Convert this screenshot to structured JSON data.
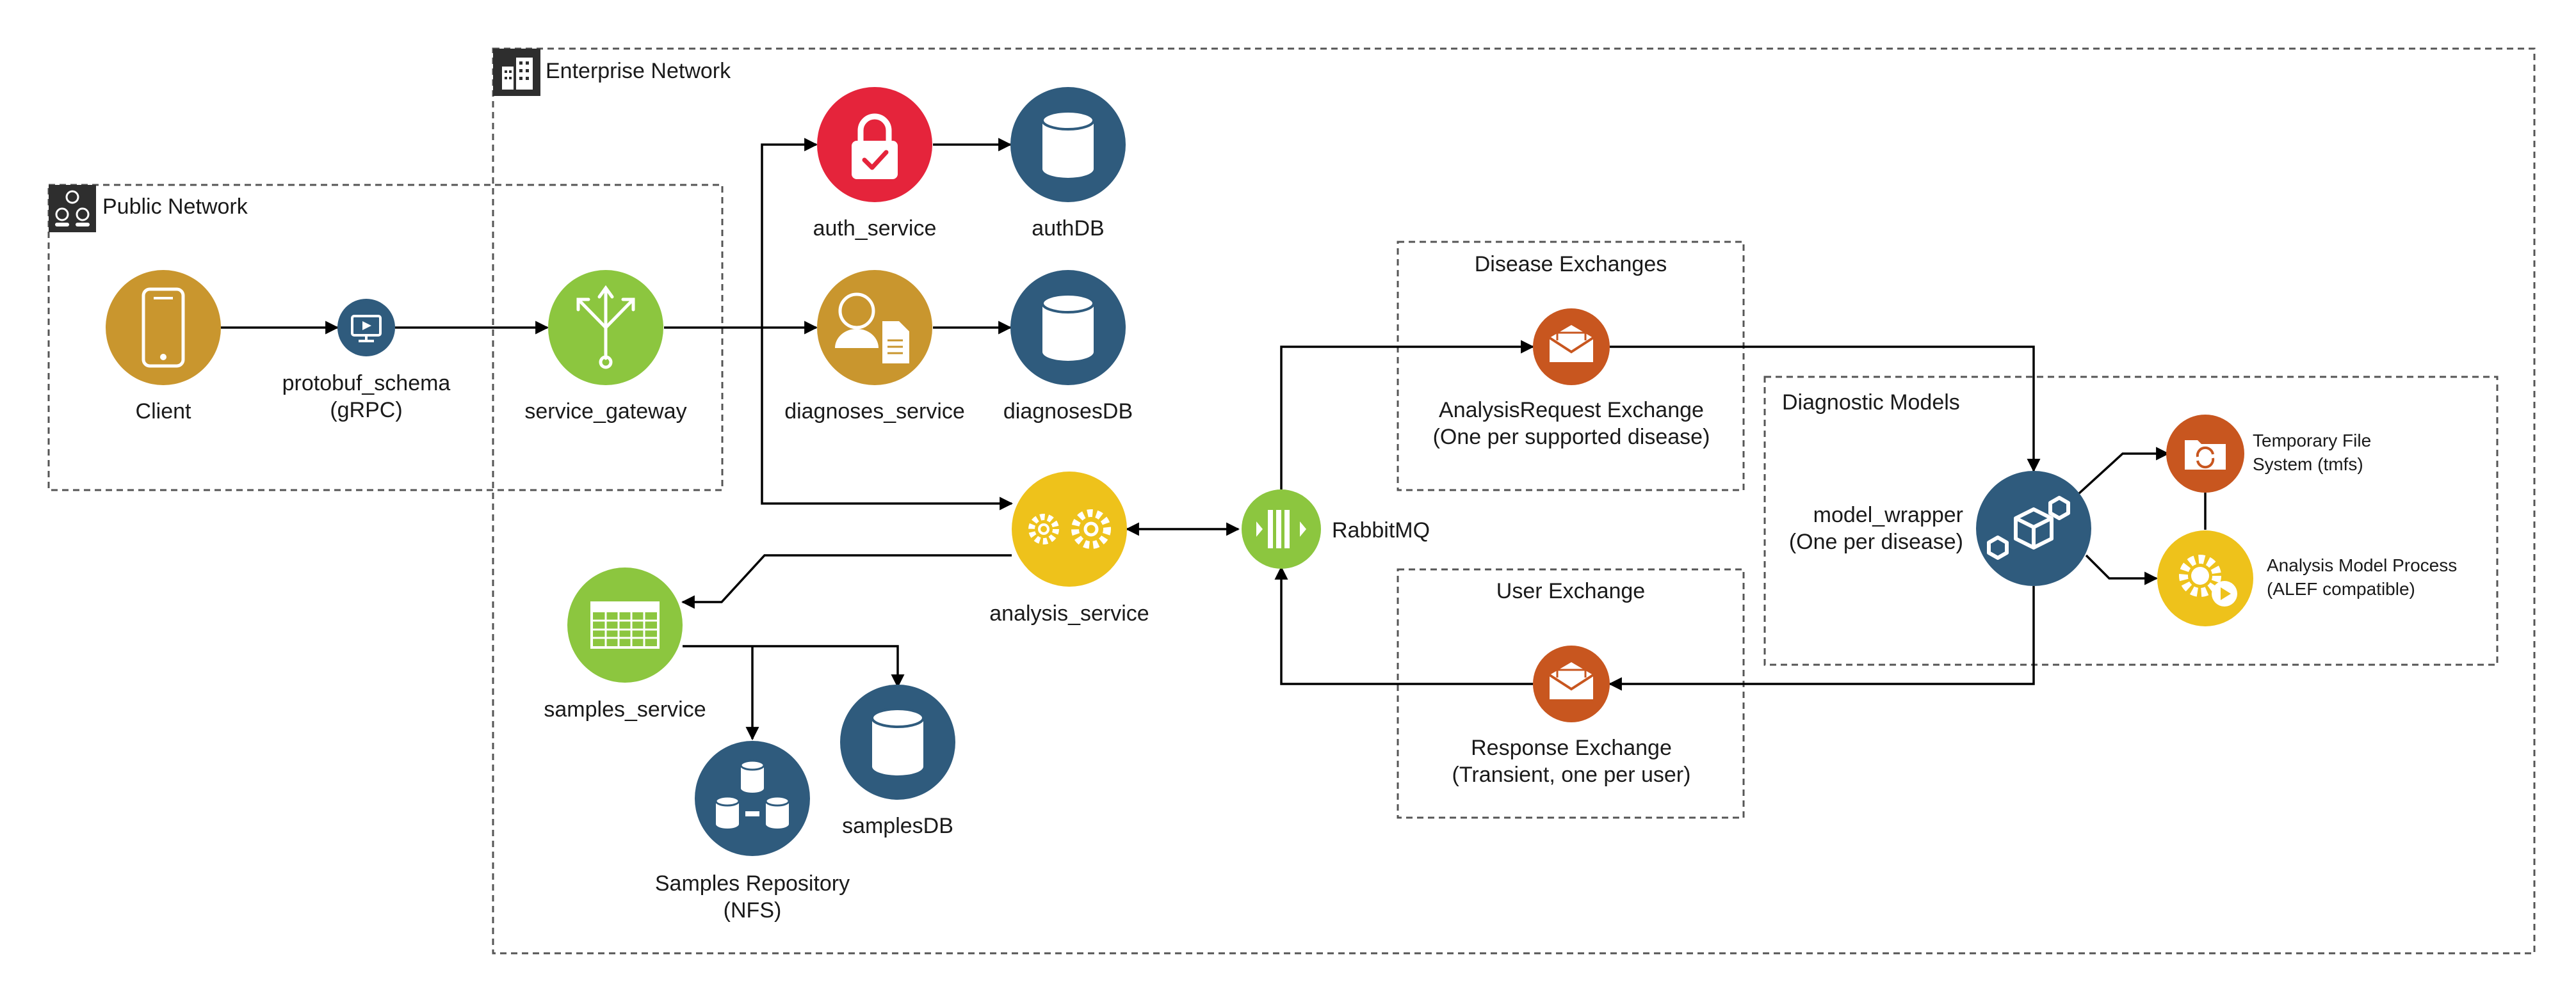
{
  "colors": {
    "gold": "#c9962e",
    "green": "#8cc63f",
    "red": "#e5243b",
    "navy": "#2f5b7d",
    "orange": "#c8561f",
    "yellow": "#eec21b",
    "network_icon_bg": "#2e2e2e"
  },
  "networks": {
    "public": {
      "label": "Public Network",
      "icon": "people-network-icon"
    },
    "enterprise": {
      "label": "Enterprise Network",
      "icon": "building-icon"
    }
  },
  "groups": {
    "disease_exchanges": {
      "label": "Disease Exchanges"
    },
    "user_exchange": {
      "label": "User Exchange"
    },
    "diagnostic_models": {
      "label": "Diagnostic Models"
    }
  },
  "nodes": {
    "client": {
      "label": "Client",
      "icon": "smartphone-icon"
    },
    "protobuf": {
      "line1": "protobuf_schema",
      "line2": "(gRPC)",
      "icon": "monitor-icon"
    },
    "gateway": {
      "label": "service_gateway",
      "icon": "fork-arrows-icon"
    },
    "auth_service": {
      "label": "auth_service",
      "icon": "lock-icon"
    },
    "authdb": {
      "label": "authDB",
      "icon": "database-icon"
    },
    "diagnoses_service": {
      "label": "diagnoses_service",
      "icon": "user-document-icon"
    },
    "diagnosesdb": {
      "label": "diagnosesDB",
      "icon": "database-icon"
    },
    "analysis_service": {
      "label": "analysis_service",
      "icon": "gears-icon"
    },
    "rabbitmq": {
      "label": "RabbitMQ",
      "icon": "queue-icon"
    },
    "samples_service": {
      "label": "samples_service",
      "icon": "table-icon"
    },
    "samplesdb": {
      "label": "samplesDB",
      "icon": "database-icon"
    },
    "samples_repo": {
      "line1": "Samples Repository",
      "line2": "(NFS)",
      "icon": "storage-cluster-icon"
    },
    "analysis_request": {
      "line1": "AnalysisRequest Exchange",
      "line2": "(One per supported disease)",
      "icon": "envelope-icon"
    },
    "response_exchange": {
      "line1": "Response Exchange",
      "line2": "(Transient, one per user)",
      "icon": "envelope-icon"
    },
    "model_wrapper": {
      "line1": "model_wrapper",
      "line2": "(One per disease)",
      "icon": "cubes-icon"
    },
    "tmfs": {
      "line1": "Temporary File",
      "line2": "System (tmfs)",
      "icon": "folder-sync-icon"
    },
    "analysis_model": {
      "line1": "Analysis Model Process",
      "line2": "(ALEF compatible)",
      "icon": "gear-play-icon"
    }
  }
}
